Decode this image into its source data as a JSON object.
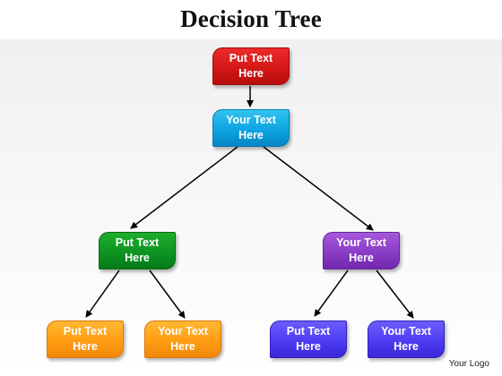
{
  "title": "Decision Tree",
  "nodes": {
    "root": {
      "text": "Put Text\nHere",
      "color": "#d41818"
    },
    "level1": {
      "text": "Your Text\nHere",
      "color": "#0ea4e2"
    },
    "left": {
      "text": "Put Text\nHere",
      "color": "#0d9421"
    },
    "right": {
      "text": "Your Text\nHere",
      "color": "#8a3cc6"
    },
    "leaf_ll": {
      "text": "Put Text\nHere",
      "color": "#ff9d12"
    },
    "leaf_lr": {
      "text": "Your Text\nHere",
      "color": "#ff9d12"
    },
    "leaf_rl": {
      "text": "Put Text\nHere",
      "color": "#4e3cf2"
    },
    "leaf_rr": {
      "text": "Your Text\nHere",
      "color": "#4e3cf2"
    }
  },
  "logo": "Your Logo"
}
